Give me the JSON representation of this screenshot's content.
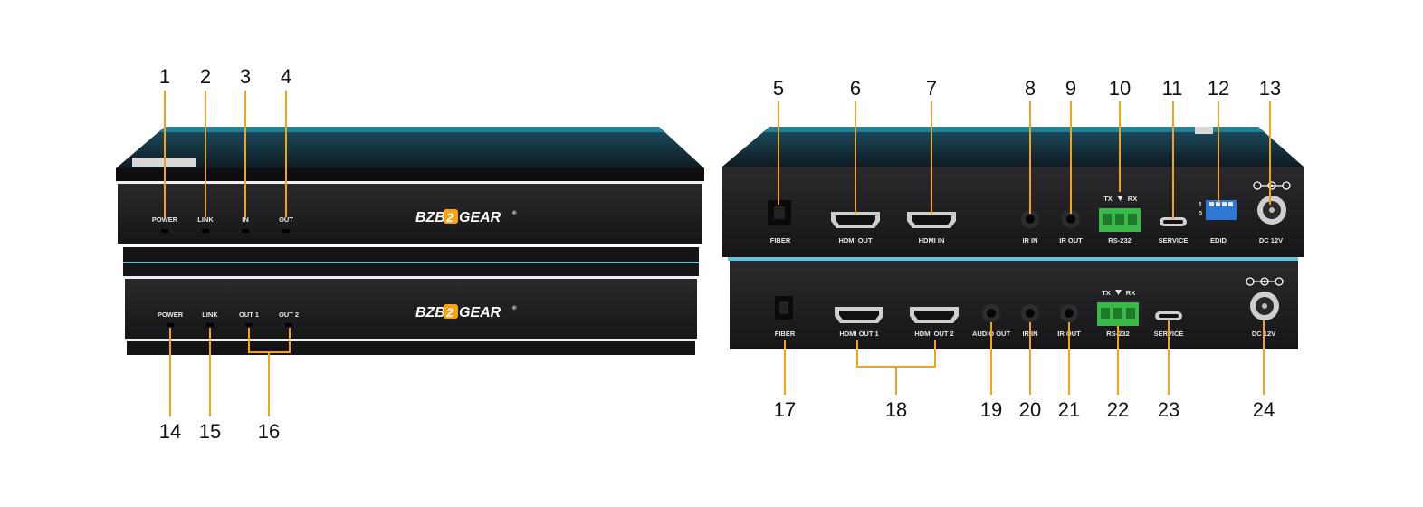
{
  "brand": {
    "logo": "BZB",
    "logo_mark": "2",
    "logo_suffix": "GEAR",
    "registered": "®"
  },
  "colors": {
    "callout": "#f5a11c",
    "chassis": "#1c1c1e",
    "accent": "#2aa7c4",
    "terminal": "#3bb84a",
    "dip_switch": "#2f78d6"
  },
  "transmitter_front": {
    "led_labels": [
      "POWER",
      "LINK",
      "IN",
      "OUT"
    ],
    "callouts": [
      "1",
      "2",
      "3",
      "4"
    ]
  },
  "receiver_front": {
    "led_labels": [
      "POWER",
      "LINK",
      "OUT 1",
      "OUT 2"
    ],
    "callouts": [
      "14",
      "15",
      "16"
    ]
  },
  "transmitter_rear": {
    "port_labels": [
      "FIBER",
      "HDMI OUT",
      "HDMI IN",
      "IR IN",
      "IR OUT",
      "RS-232",
      "SERVICE",
      "EDID",
      "DC 12V"
    ],
    "callouts": [
      "5",
      "6",
      "7",
      "8",
      "9",
      "10",
      "11",
      "12",
      "13"
    ],
    "rs232_tx": "TX",
    "rs232_rx": "RX",
    "dip_one": "1",
    "dip_zero": "0"
  },
  "receiver_rear": {
    "port_labels": [
      "FIBER",
      "HDMI OUT 1",
      "HDMI OUT 2",
      "AUDIO OUT",
      "IR IN",
      "IR OUT",
      "RS-232",
      "SERVICE",
      "DC 12V"
    ],
    "callouts": [
      "17",
      "18",
      "19",
      "20",
      "21",
      "22",
      "23",
      "24"
    ],
    "rs232_tx": "TX",
    "rs232_rx": "RX"
  }
}
